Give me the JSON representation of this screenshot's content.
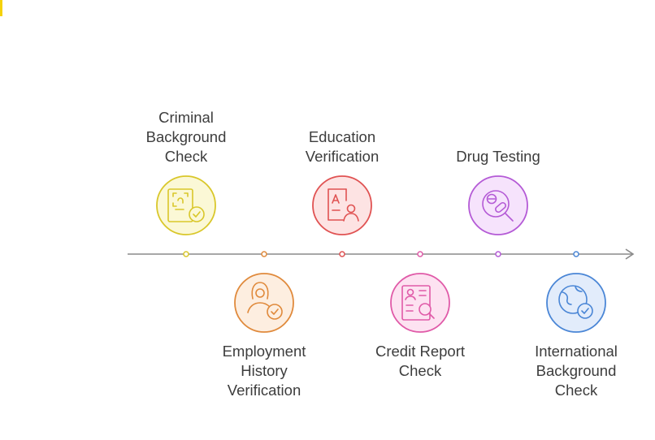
{
  "steps": [
    {
      "label": "Criminal\nBackground\nCheck",
      "icon": "fingerprint-badge-check-icon",
      "color": "#d9c72a",
      "fill": "#fbf8d6",
      "position": "top"
    },
    {
      "label": "Employment\nHistory\nVerification",
      "icon": "person-check-icon",
      "color": "#e08a3c",
      "fill": "#fdeee0",
      "position": "bottom"
    },
    {
      "label": "Education\nVerification",
      "icon": "document-person-icon",
      "color": "#e05252",
      "fill": "#fde3e3",
      "position": "top"
    },
    {
      "label": "Credit Report\nCheck",
      "icon": "report-search-icon",
      "color": "#e05aa8",
      "fill": "#fde2f1",
      "position": "bottom"
    },
    {
      "label": "Drug Testing",
      "icon": "pill-search-icon",
      "color": "#b45ad6",
      "fill": "#f6e3fc",
      "position": "top"
    },
    {
      "label": "International\nBackground\nCheck",
      "icon": "globe-check-icon",
      "color": "#4a86d6",
      "fill": "#e2ecfb",
      "position": "bottom"
    }
  ],
  "axis_color": "#8a8a8a",
  "accent_color": "#f5d20a"
}
